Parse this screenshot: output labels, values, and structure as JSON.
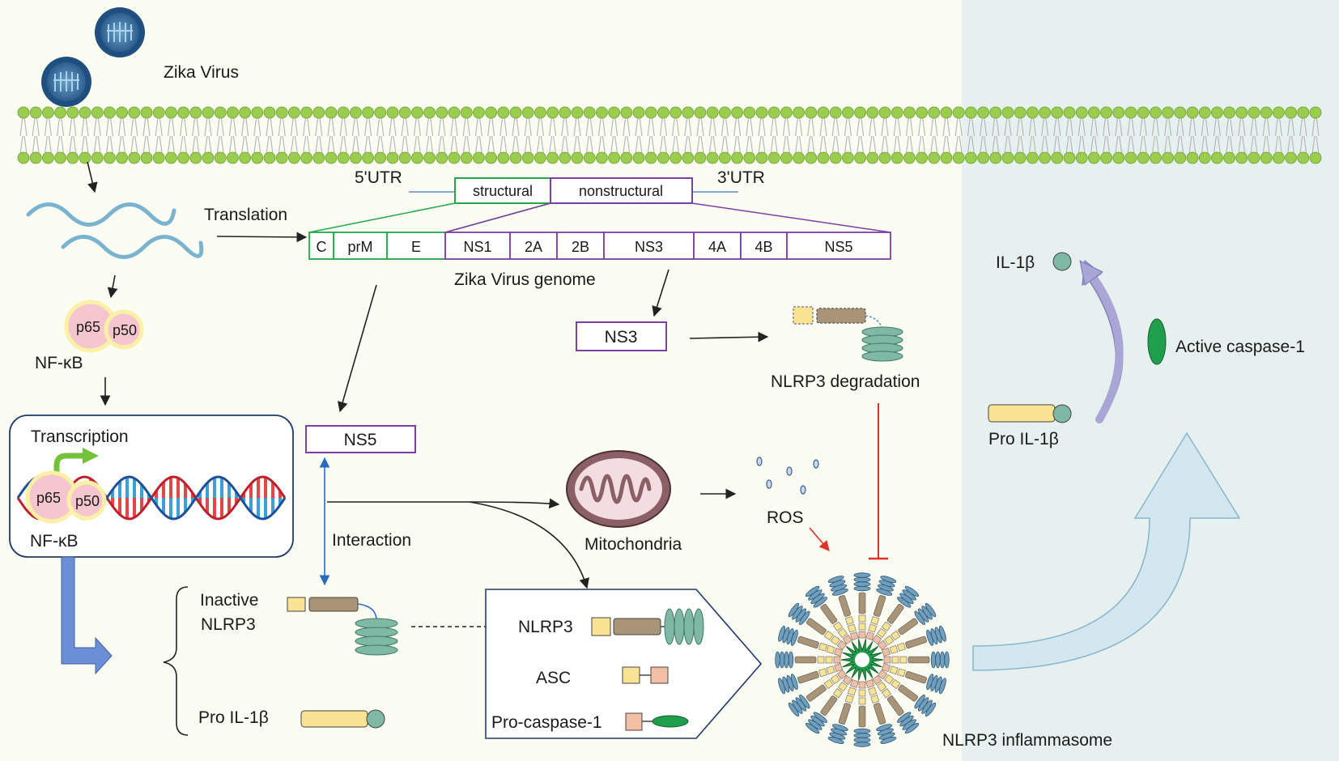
{
  "labels": {
    "zika_virus": "Zika Virus",
    "utr5": "5'UTR",
    "utr3": "3'UTR",
    "structural": "structural",
    "nonstructural": "nonstructural",
    "translation": "Translation",
    "genome_title": "Zika Virus genome",
    "ns3_box": "NS3",
    "ns5_box": "NS5",
    "nlrp3_degradation": "NLRP3 degradation",
    "nfkb_top": "NF-κB",
    "nfkb_bottom": "NF-κB",
    "p65": "p65",
    "p50": "p50",
    "transcription": "Transcription",
    "interaction": "Interaction",
    "inactive": "Inactive",
    "nlrp3_word": "NLRP3",
    "pro_il1b_left": "Pro IL-1β",
    "mitochondria": "Mitochondria",
    "ros": "ROS",
    "nlrp3_in_box": "NLRP3",
    "asc": "ASC",
    "pro_caspase": "Pro-caspase-1",
    "nlrp3_inflammasome": "NLRP3 inflammasome",
    "il1b": "IL-1β",
    "active_caspase": "Active caspase-1",
    "pro_il1b_right": "Pro IL-1β"
  },
  "genome_segments": [
    "C",
    "prM",
    "E",
    "NS1",
    "2A",
    "2B",
    "NS3",
    "4A",
    "4B",
    "NS5"
  ],
  "colors": {
    "background": "#fbfcf2",
    "right_panel": "#e6f0ee",
    "membrane_head": "#9acd4f",
    "structural": "#22a84a",
    "nonstructural": "#7b3fa5",
    "rna": "#7ab3cf",
    "nfkb_pink": "#f5c6cf",
    "nfkb_halo": "#faf0a6",
    "nlrp3_yellow": "#fbe394",
    "nlrp3_tan": "#a99478",
    "nlrp3_teal": "#7fb8a4",
    "asc_pink": "#f3bfa4",
    "caspase_green": "#1f9e4b",
    "inhibit_red": "#e0302a",
    "big_arrow": "#d2e7ef",
    "transcription_arrow": "#6b8fd6"
  }
}
